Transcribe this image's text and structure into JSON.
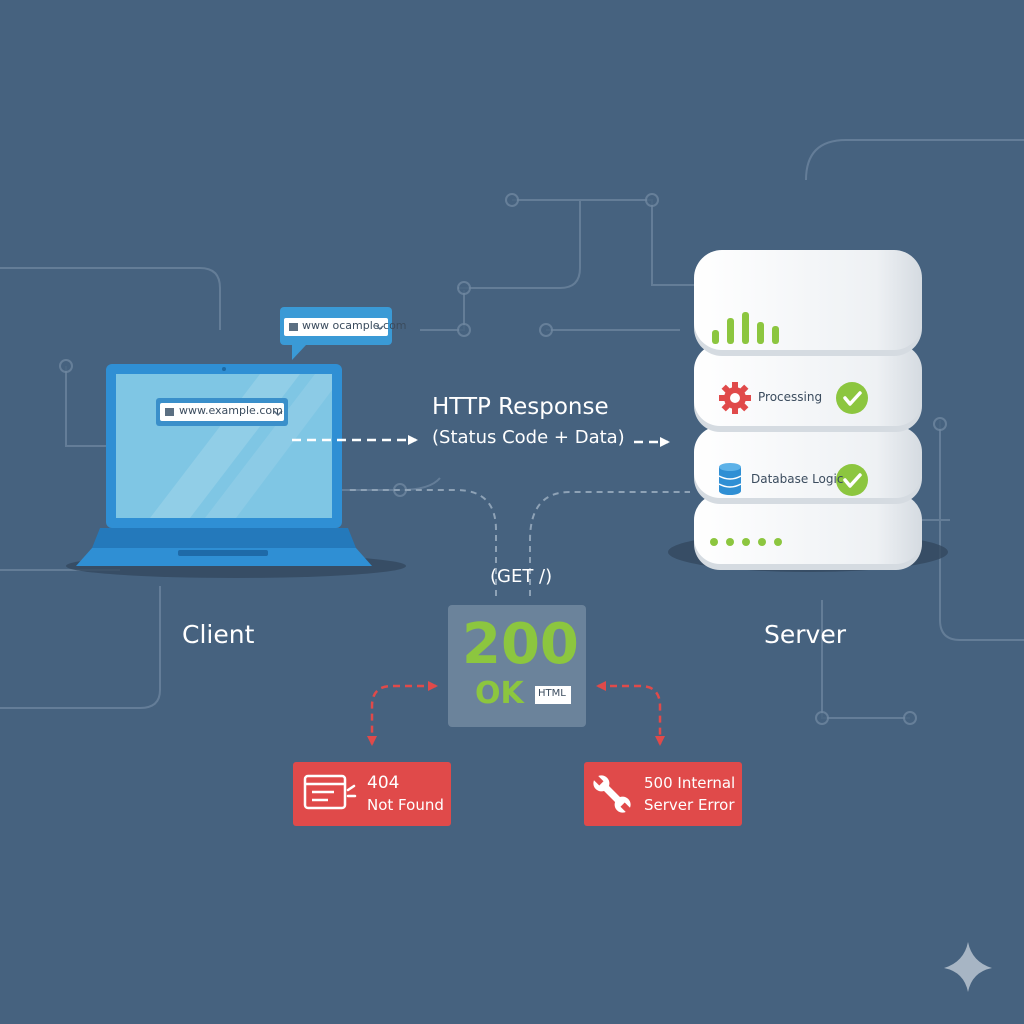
{
  "client": {
    "label": "Client",
    "address_bar": "www.example.com",
    "bubble_address": "www ocample.com"
  },
  "server": {
    "label": "Server",
    "rows": [
      {
        "label": "Processing",
        "icon": "gear-icon",
        "status_icon": "check-icon"
      },
      {
        "label": "Database Logic",
        "icon": "database-icon",
        "status_icon": "check-icon"
      }
    ]
  },
  "response": {
    "title": "HTTP Response",
    "subtitle": "(Status Code + Data)"
  },
  "request": {
    "label": "(GET /)"
  },
  "status_ok": {
    "code": "200",
    "text": "OK",
    "content_type": "HTML"
  },
  "errors": [
    {
      "code": "404",
      "text": "Not Found",
      "icon": "broken-page-icon"
    },
    {
      "code": "500 Internal",
      "text": "Server Error",
      "icon": "wrench-icon"
    }
  ],
  "colors": {
    "background": "#46627f",
    "circuit": "#7d93a8",
    "laptop": "#2f8fd4",
    "screen": "#7fc6e4",
    "ok_green": "#8cc63f",
    "error_red": "#e04a4a",
    "server_white": "#f4f6f8"
  }
}
